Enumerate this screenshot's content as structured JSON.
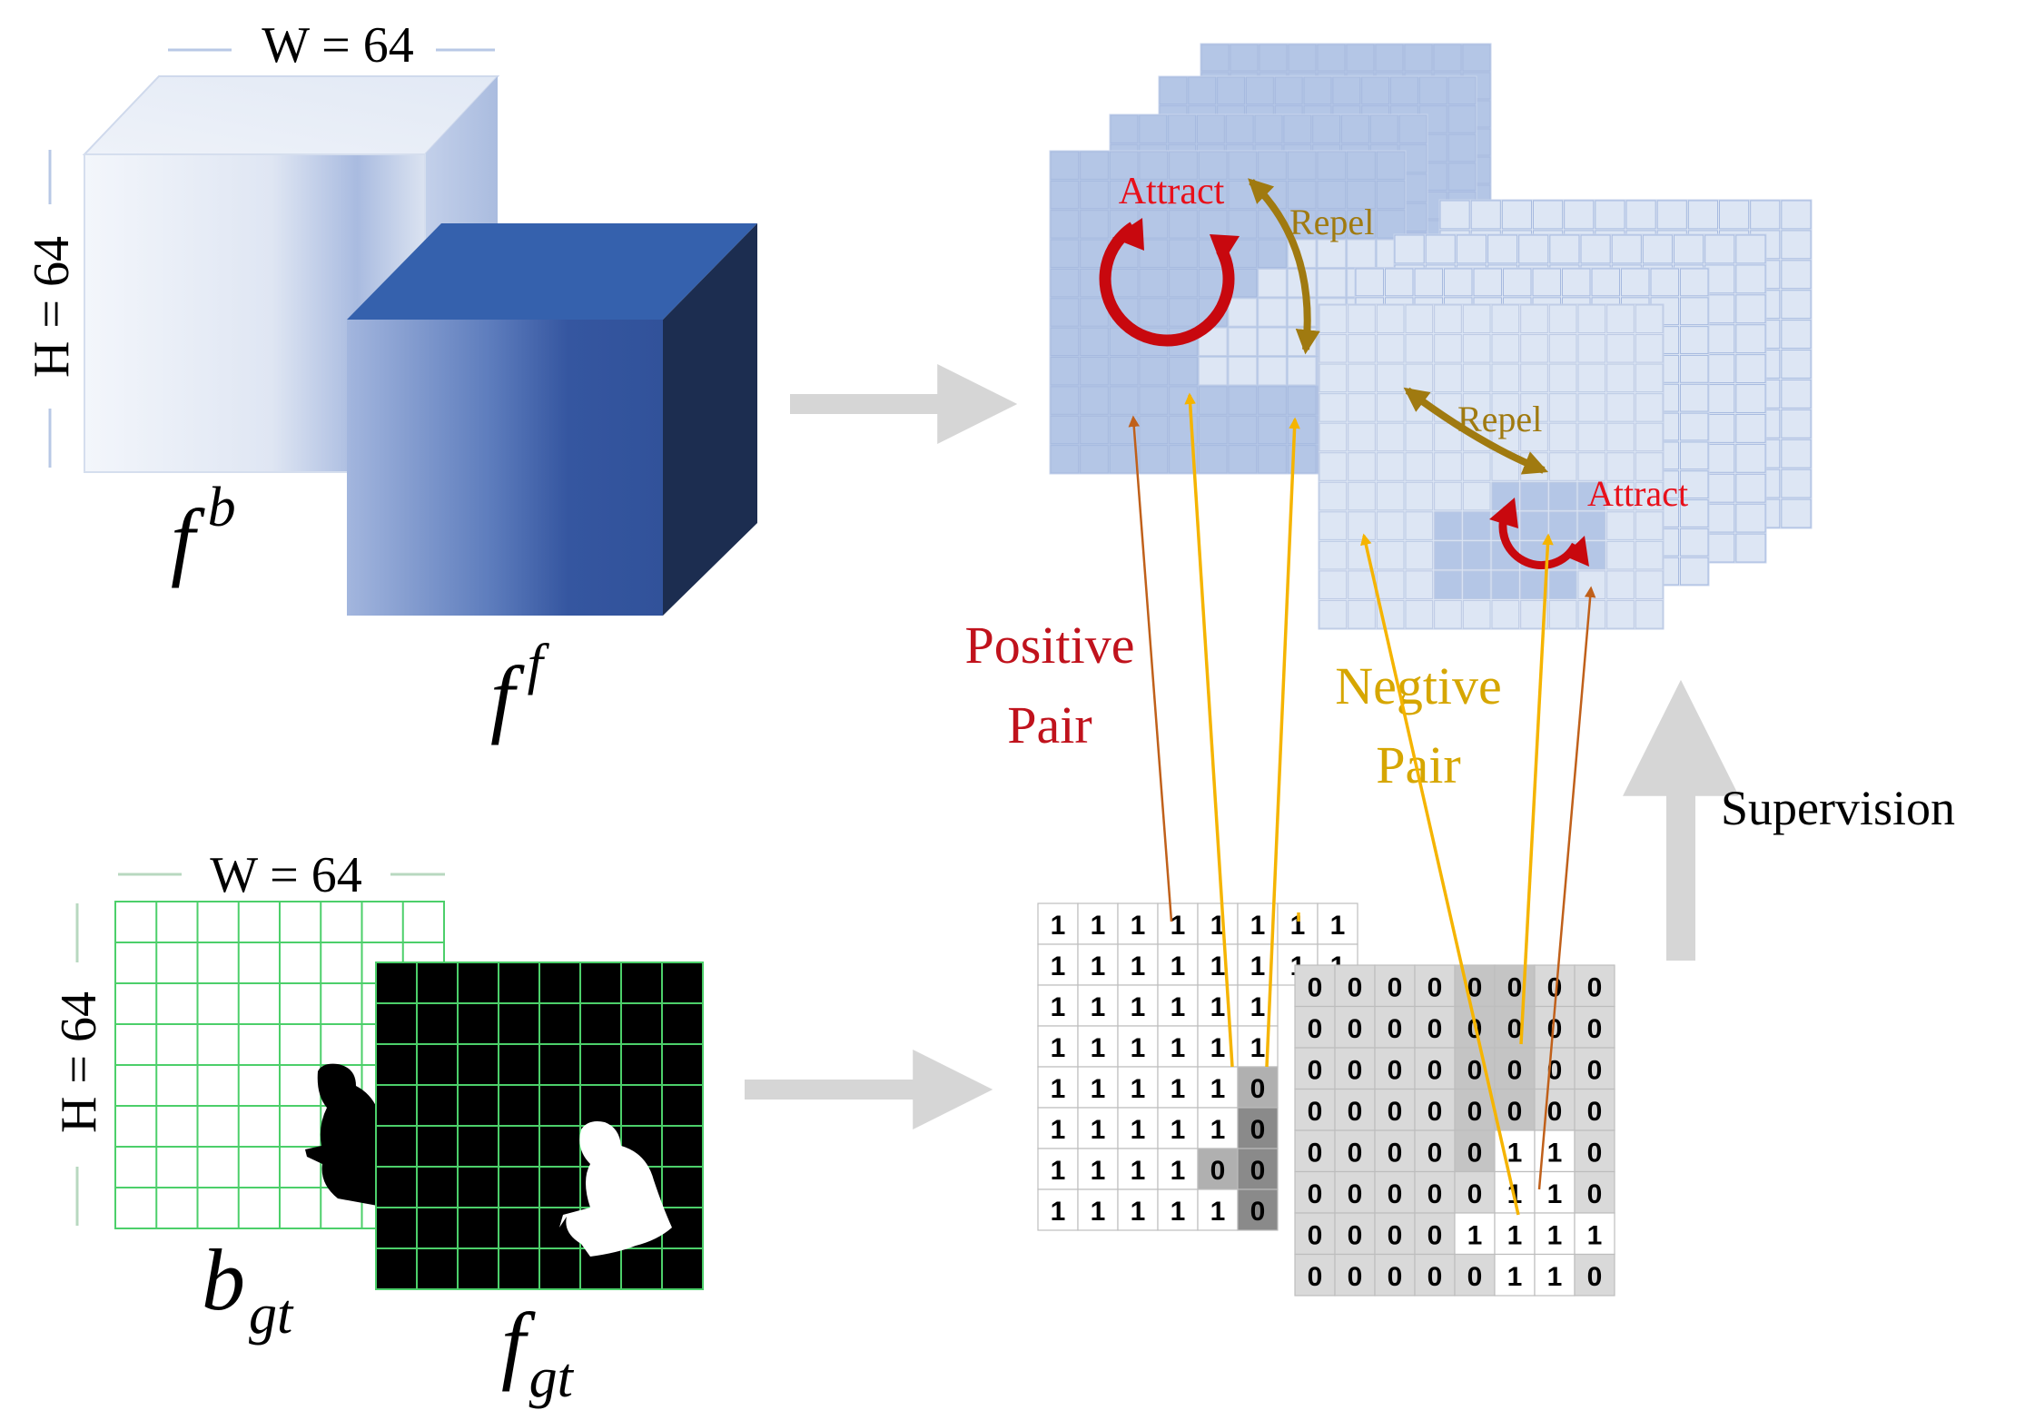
{
  "top_left": {
    "width_label": "W = 64",
    "height_label": "H = 64",
    "fb_base": "f",
    "fb_sup": "b",
    "ff_base": "f",
    "ff_sup": "f"
  },
  "bottom_left": {
    "width_label": "W = 64",
    "height_label": "H = 64",
    "bgt_base": "b",
    "bgt_sub": "gt",
    "fgt_base": "f",
    "fgt_sub": "gt"
  },
  "feature_maps": {
    "attract_top": "Attract",
    "repel_top": "Repel",
    "repel_mid": "Repel",
    "attract_bottom": "Attract"
  },
  "legend": {
    "positive_line1": "Positive",
    "positive_line2": "Pair",
    "negative_line1": "Negtive",
    "negative_line2": "Pair",
    "supervision": "Supervision"
  },
  "masks": {
    "background_mask": [
      [
        "1",
        "1",
        "1",
        "1",
        "1",
        "1",
        "1",
        "1"
      ],
      [
        "1",
        "1",
        "1",
        "1",
        "1",
        "1",
        "1",
        "1"
      ],
      [
        "1",
        "1",
        "1",
        "1",
        "1",
        "1",
        "",
        ""
      ],
      [
        "1",
        "1",
        "1",
        "1",
        "1",
        "1",
        "",
        ""
      ],
      [
        "1",
        "1",
        "1",
        "1",
        "1",
        "0",
        "",
        ""
      ],
      [
        "1",
        "1",
        "1",
        "1",
        "1",
        "0",
        "",
        ""
      ],
      [
        "1",
        "1",
        "1",
        "1",
        "0",
        "0",
        "",
        ""
      ],
      [
        "1",
        "1",
        "1",
        "1",
        "1",
        "0",
        "",
        ""
      ]
    ],
    "foreground_mask": [
      [
        "0",
        "0",
        "0",
        "0",
        "0",
        "0",
        "0",
        "0"
      ],
      [
        "0",
        "0",
        "0",
        "0",
        "0",
        "0",
        "0",
        "0"
      ],
      [
        "0",
        "0",
        "0",
        "0",
        "0",
        "0",
        "0",
        "0"
      ],
      [
        "0",
        "0",
        "0",
        "0",
        "0",
        "0",
        "0",
        "0"
      ],
      [
        "0",
        "0",
        "0",
        "0",
        "0",
        "1",
        "1",
        "0"
      ],
      [
        "0",
        "0",
        "0",
        "0",
        "0",
        "1",
        "1",
        "0"
      ],
      [
        "0",
        "0",
        "0",
        "0",
        "1",
        "1",
        "1",
        "1"
      ],
      [
        "0",
        "0",
        "0",
        "0",
        "0",
        "1",
        "1",
        "0"
      ]
    ]
  },
  "colors": {
    "attract": "#e8101a",
    "repel": "#a07a10",
    "positive": "#c0121c",
    "negative": "#d6a600",
    "cube_light": "#b8c8e6",
    "cube_dark": "#2f5aa6",
    "grid_green": "#4ccf6a",
    "map_blue": "#b4c6e6",
    "map_light": "#dde6f4",
    "arrow_grey": "#d6d6d6",
    "pair_orange": "#c0601a",
    "pair_yellow": "#f5b400"
  }
}
